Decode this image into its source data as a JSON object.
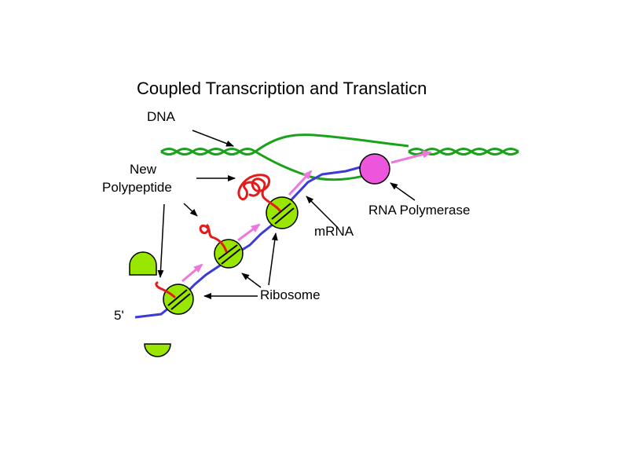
{
  "title": "Coupled Transcription and Translaticn",
  "labels": {
    "dna": "DNA",
    "new_polypeptide_line1": "New",
    "new_polypeptide_line2": "Polypeptide",
    "rna_polymerase": "RNA Polymerase",
    "mrna": "mRNA",
    "ribosome": "Ribosome",
    "five_prime": "5'"
  },
  "colors": {
    "dna": "#1aa31a",
    "mrna": "#3b3bd6",
    "polypeptide": "#e31b1b",
    "ribosome": "#99e600",
    "rna_polymerase": "#ee55dd",
    "direction_arrow": "#ee77dd",
    "pointer": "#000000"
  }
}
